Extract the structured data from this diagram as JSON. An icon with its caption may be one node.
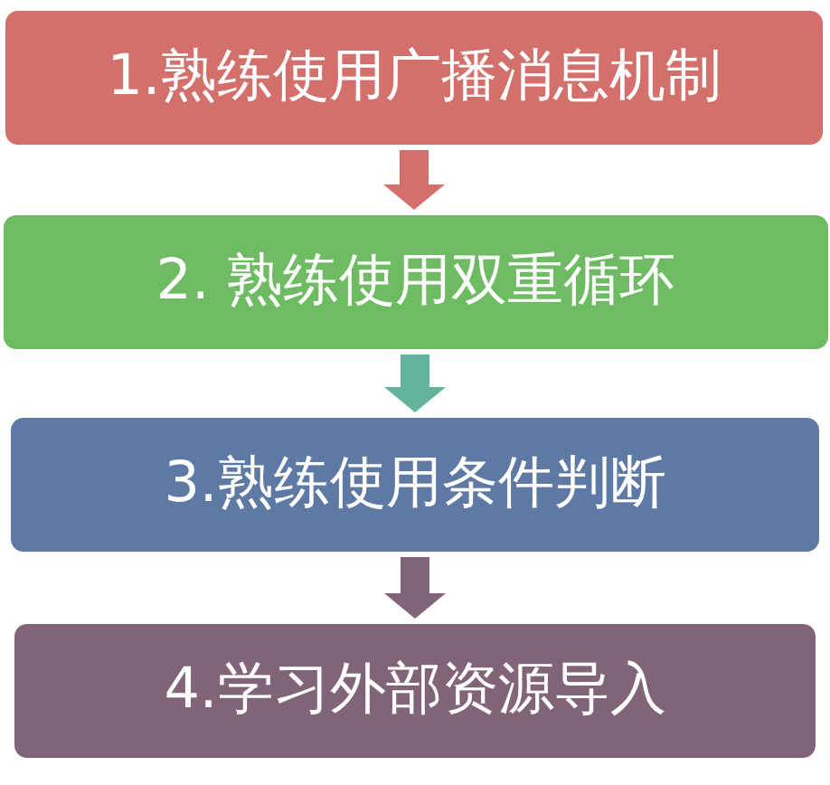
{
  "diagram": {
    "nodes": [
      {
        "text": [
          "1.熟练使用广播消息机制"
        ]
      },
      {
        "text": [
          "2. 熟练使用双重循环"
        ]
      },
      {
        "text": [
          "3.熟练使用条件判断"
        ]
      },
      {
        "text": [
          "4.学习外部资源导入"
        ]
      }
    ],
    "edges": [
      {
        "from": 0,
        "to": 1,
        "arrow": "to",
        "color": "#d4706b"
      },
      {
        "from": 1,
        "to": 2,
        "arrow": "to",
        "color": "#62b39c"
      },
      {
        "from": 2,
        "to": 3,
        "arrow": "to",
        "color": "#826479"
      }
    ]
  }
}
